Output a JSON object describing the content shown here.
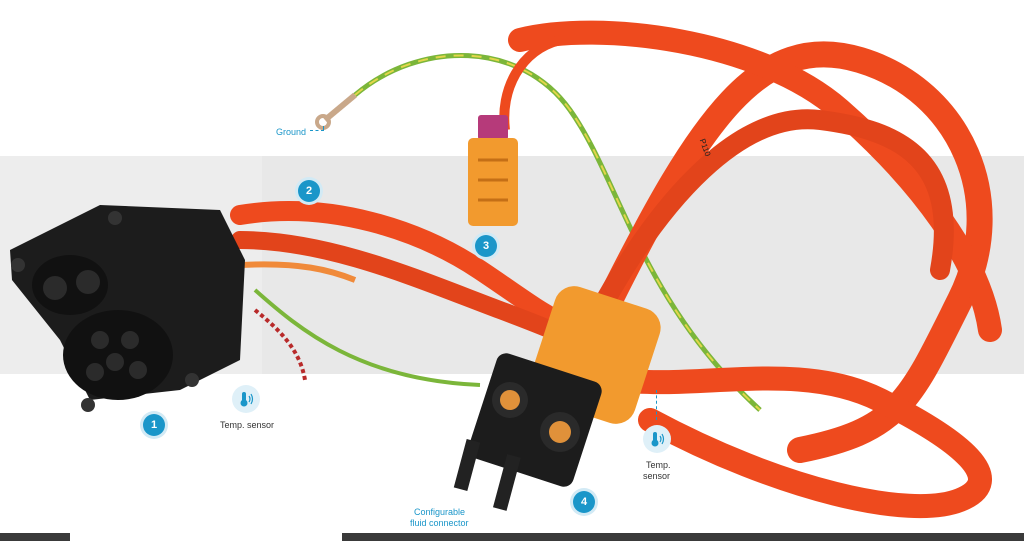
{
  "labels": {
    "ground": "Ground",
    "temp_sensor_left": "Temp. sensor",
    "temp_sensor_right_line1": "Temp.",
    "temp_sensor_right_line2": "sensor",
    "fluid_line1": "Configurable",
    "fluid_line2": "fluid connector",
    "cable_marking": "P110"
  },
  "badges": [
    "1",
    "2",
    "3",
    "4"
  ],
  "colors": {
    "accent": "#1a96c9",
    "cable": "#ee4a1e",
    "connector_orange": "#f29a2e",
    "inlet_black": "#1c1c1c",
    "ground_wire": "#7bb63a"
  },
  "icons": {
    "temp_sensor": "thermometer-signal-icon"
  }
}
